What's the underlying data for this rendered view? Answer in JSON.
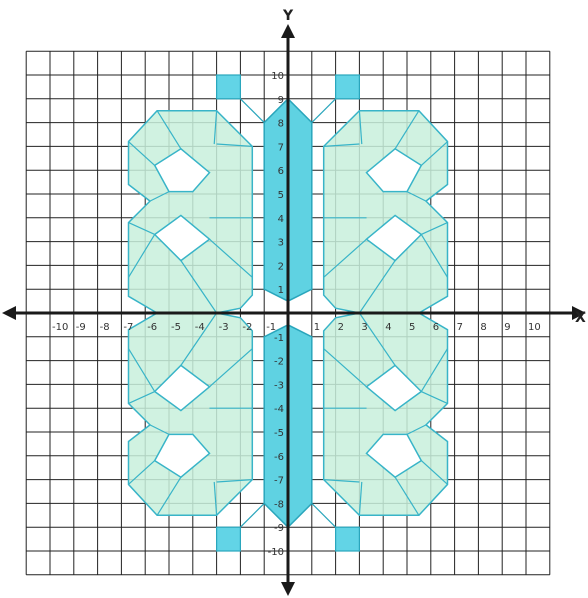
{
  "axes": {
    "x_letter": "X",
    "y_letter": "Y",
    "x_ticks": [
      "-10",
      "-9",
      "-8",
      "-7",
      "-6",
      "-5",
      "-4",
      "-3",
      "-2",
      "-1",
      "1",
      "2",
      "3",
      "4",
      "5",
      "6",
      "7",
      "8",
      "9",
      "10"
    ],
    "y_ticks": [
      "10",
      "9",
      "8",
      "7",
      "6",
      "5",
      "4",
      "3",
      "2",
      "1",
      "-1",
      "-2",
      "-3",
      "-4",
      "-5",
      "-6",
      "-7",
      "-8",
      "-9",
      "-10"
    ]
  },
  "colors": {
    "grid": "#222222",
    "axis": "#1a1a1a",
    "wing_fill": "#c8f0dc",
    "wing_stroke": "#38b4c8",
    "body_fill": "#5fd2e2",
    "antenna_fill": "#62d4e6"
  },
  "butterfly": {
    "body_top": [
      [
        -1,
        1
      ],
      [
        -1,
        8
      ],
      [
        0,
        9
      ],
      [
        1,
        8
      ],
      [
        1,
        1
      ],
      [
        0,
        0.5
      ]
    ],
    "body_bottom": [
      [
        -1,
        -1
      ],
      [
        -1,
        -8
      ],
      [
        0,
        -9
      ],
      [
        1,
        -8
      ],
      [
        1,
        -1
      ],
      [
        0,
        -0.5
      ]
    ],
    "antennae": [
      {
        "square": [
          -3,
          9,
          1,
          1
        ],
        "line": [
          [
            -2,
            9
          ],
          [
            -1,
            8
          ]
        ]
      },
      {
        "square": [
          2,
          9,
          1,
          1
        ],
        "line": [
          [
            2,
            9
          ],
          [
            1,
            8
          ]
        ]
      },
      {
        "square": [
          -3,
          -10,
          1,
          1
        ],
        "line": [
          [
            -2,
            -9
          ],
          [
            -1,
            -8
          ]
        ]
      },
      {
        "square": [
          2,
          -10,
          1,
          1
        ],
        "line": [
          [
            2,
            -9
          ],
          [
            1,
            -8
          ]
        ]
      }
    ]
  }
}
